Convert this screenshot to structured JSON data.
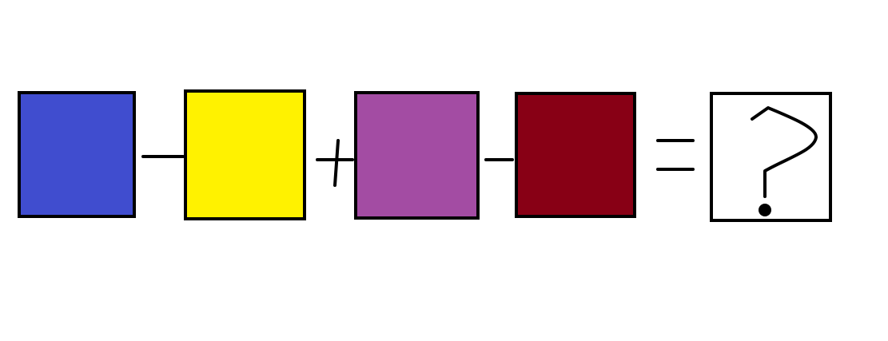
{
  "equation": {
    "terms": [
      {
        "operator": null,
        "color": "#404dcf"
      },
      {
        "operator": "minus",
        "color": "#fff200"
      },
      {
        "operator": "plus",
        "color": "#a34ca3"
      },
      {
        "operator": "minus",
        "color": "#880015"
      }
    ],
    "equals": "equals",
    "result": {
      "symbol": "question-mark",
      "background": "#ffffff"
    }
  },
  "colors": {
    "stroke": "#000000",
    "background": "#ffffff"
  }
}
